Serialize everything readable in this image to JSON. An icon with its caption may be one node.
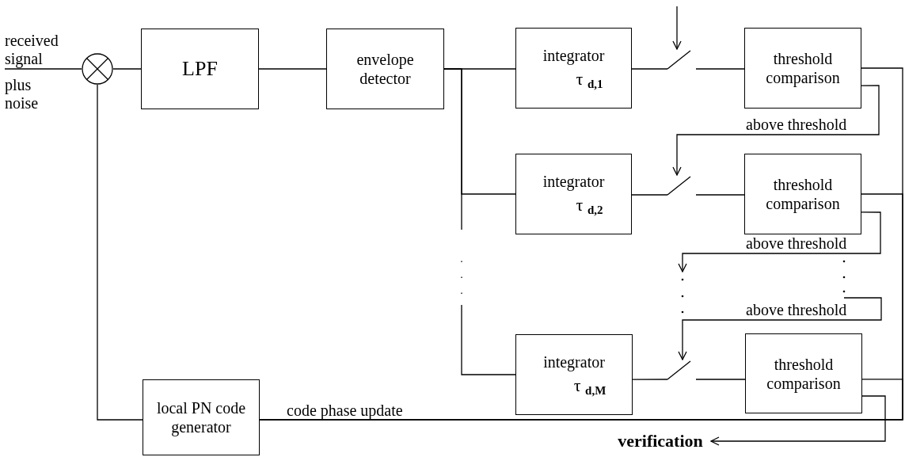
{
  "diagram": {
    "nodes": [
      {
        "text": [],
        "shape": "circle"
      },
      {
        "text": [
          "LPF"
        ]
      },
      {
        "text": [
          "envelope detector"
        ]
      },
      {
        "text": [
          "integrator",
          "τ $_{d,1}$"
        ]
      },
      {
        "text": [],
        "shape": "switch"
      },
      {
        "text": [
          "threshold comparison"
        ]
      },
      {
        "text": [
          "integrator",
          "τ $_{d,2}$"
        ]
      },
      {
        "text": [],
        "shape": "switch"
      },
      {
        "text": [
          "threshold comparison"
        ]
      },
      {
        "text": [
          "integrator",
          "τ $_{d,M}$"
        ]
      },
      {
        "text": [],
        "shape": "switch"
      },
      {
        "text": [
          "threshold comparison"
        ]
      },
      {
        "text": [
          "local PN code generator"
        ]
      },
      {
        "text": [
          "verification"
        ]
      },
      {
        "text": [
          "received signal",
          "plus noise"
        ]
      }
    ],
    "edges": [
      {
        "from": 14,
        "to": 0,
        "arrow": "none"
      },
      {
        "from": 0,
        "to": 1,
        "arrow": "none"
      },
      {
        "from": 1,
        "to": 2,
        "arrow": "none"
      },
      {
        "from": 2,
        "to": 3,
        "arrow": "none"
      },
      {
        "from": 2,
        "to": 6,
        "arrow": "none"
      },
      {
        "from": 2,
        "to": 9,
        "arrow": "none",
        "style": "dashed"
      },
      {
        "from": 3,
        "to": 4,
        "arrow": "none"
      },
      {
        "from": 4,
        "to": 5,
        "arrow": "none"
      },
      {
        "from": 6,
        "to": 7,
        "arrow": "none"
      },
      {
        "from": 7,
        "to": 8,
        "arrow": "none"
      },
      {
        "from": 9,
        "to": 10,
        "arrow": "none"
      },
      {
        "from": 10,
        "to": 11,
        "arrow": "none"
      },
      {
        "from": null,
        "to": 4,
        "arrow": "to"
      },
      {
        "from": 5,
        "to": 7,
        "arrow": "to",
        "label": "above threshold"
      },
      {
        "from": 8,
        "to": null,
        "arrow": "to",
        "label": "above threshold"
      },
      {
        "from": null,
        "to": 10,
        "arrow": "to",
        "label": "above threshold"
      },
      {
        "from": 5,
        "to": 12,
        "arrow": "none"
      },
      {
        "from": 8,
        "to": 12,
        "arrow": "none"
      },
      {
        "from": 11,
        "to": 12,
        "arrow": "none",
        "label": "code phase update"
      },
      {
        "from": 12,
        "to": 0,
        "arrow": "none"
      },
      {
        "from": 11,
        "to": 13,
        "arrow": "to"
      }
    ]
  }
}
